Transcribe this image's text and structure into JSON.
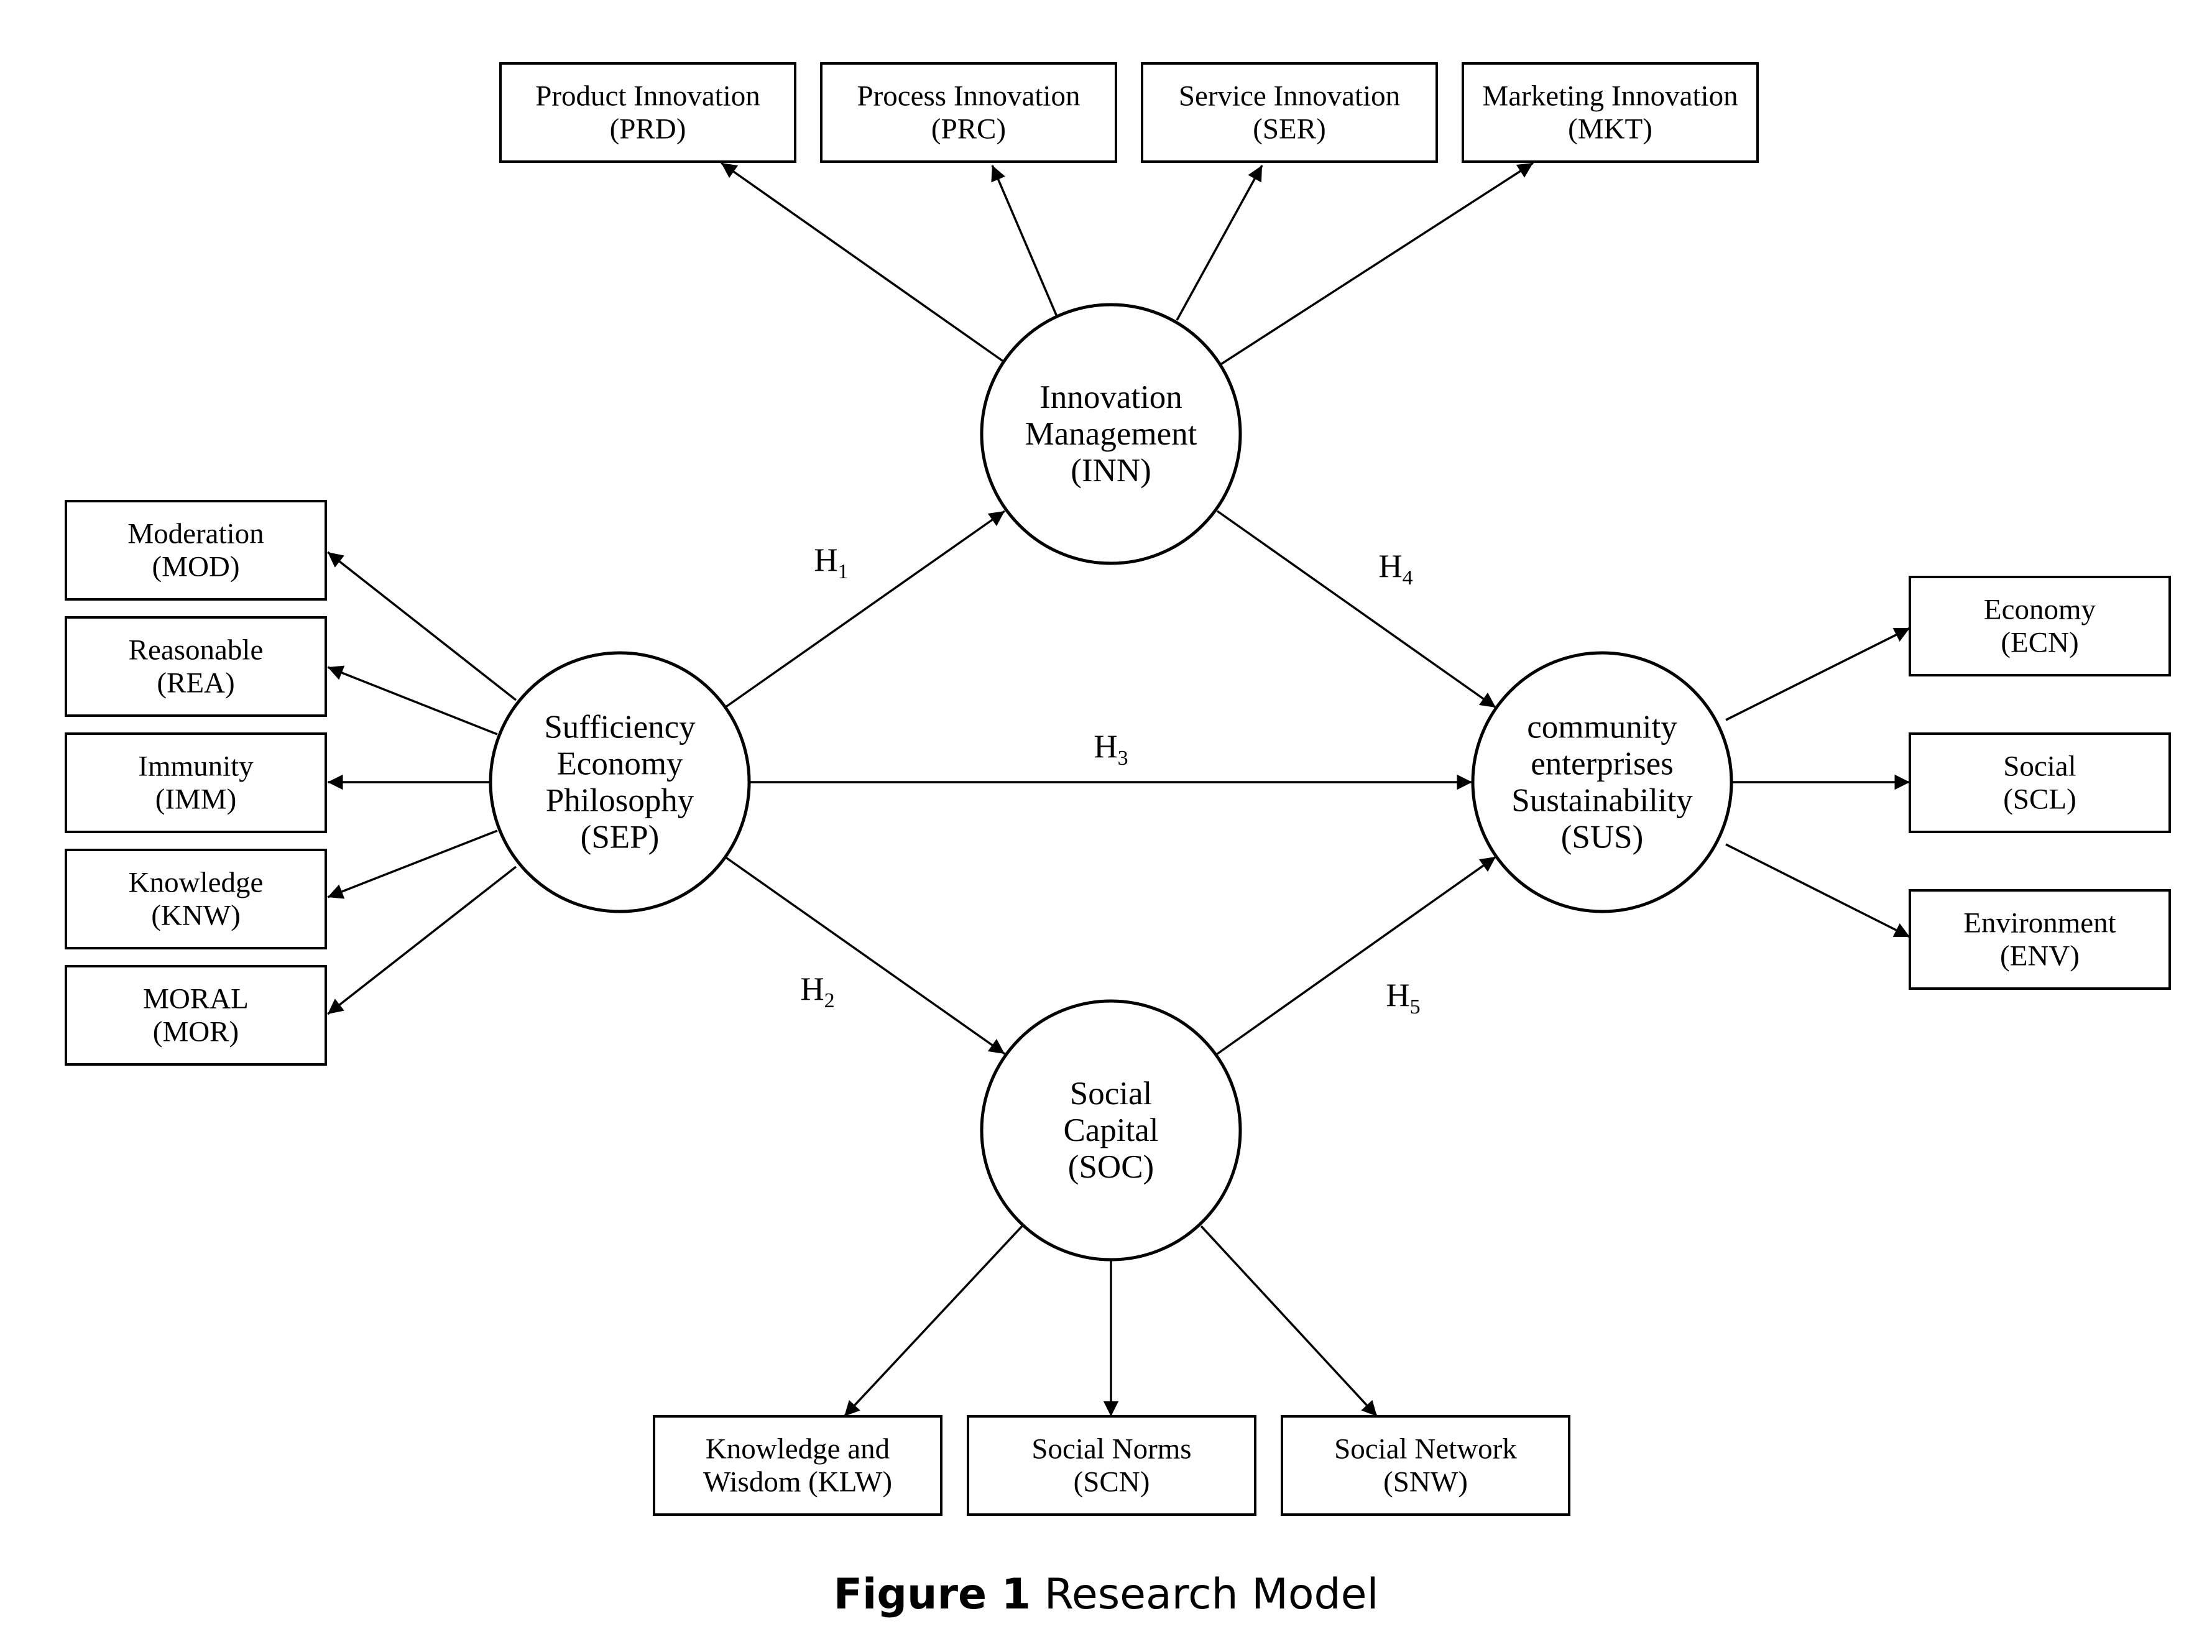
{
  "constructs": {
    "INN": [
      "Innovation",
      "Management",
      "(INN)"
    ],
    "SEP": [
      "Sufficiency",
      "Economy",
      "Philosophy",
      "(SEP)"
    ],
    "SUS": [
      "community",
      "enterprises",
      "Sustainability",
      "(SUS)"
    ],
    "SOC": [
      "Social",
      "Capital",
      "(SOC)"
    ]
  },
  "indicators": {
    "PRD": [
      "Product Innovation",
      "(PRD)"
    ],
    "PRC": [
      "Process Innovation",
      "(PRC)"
    ],
    "SER": [
      "Service Innovation",
      "(SER)"
    ],
    "MKT": [
      "Marketing Innovation",
      "(MKT)"
    ],
    "MOD": [
      "Moderation",
      "(MOD)"
    ],
    "REA": [
      "Reasonable",
      "(REA)"
    ],
    "IMM": [
      "Immunity",
      "(IMM)"
    ],
    "KNW": [
      "Knowledge",
      "(KNW)"
    ],
    "MOR": [
      "MORAL",
      "(MOR)"
    ],
    "ECN": [
      "Economy",
      "(ECN)"
    ],
    "SCL": [
      "Social",
      "(SCL)"
    ],
    "ENV": [
      "Environment",
      "(ENV)"
    ],
    "KLW": [
      "Knowledge and",
      "Wisdom (KLW)"
    ],
    "SCN": [
      "Social Norms",
      "(SCN)"
    ],
    "SNW": [
      "Social Network",
      "(SNW)"
    ]
  },
  "hypotheses": [
    {
      "id": "H1",
      "letter": "H",
      "sub": "1",
      "from": "SEP",
      "to": "INN"
    },
    {
      "id": "H2",
      "letter": "H",
      "sub": "2",
      "from": "SEP",
      "to": "SOC"
    },
    {
      "id": "H3",
      "letter": "H",
      "sub": "3",
      "from": "SEP",
      "to": "SUS"
    },
    {
      "id": "H4",
      "letter": "H",
      "sub": "4",
      "from": "INN",
      "to": "SUS"
    },
    {
      "id": "H5",
      "letter": "H",
      "sub": "5",
      "from": "SOC",
      "to": "SUS"
    }
  ],
  "measurement_links": [
    {
      "from": "INN",
      "to": "PRD"
    },
    {
      "from": "INN",
      "to": "PRC"
    },
    {
      "from": "INN",
      "to": "SER"
    },
    {
      "from": "INN",
      "to": "MKT"
    },
    {
      "from": "SEP",
      "to": "MOD"
    },
    {
      "from": "SEP",
      "to": "REA"
    },
    {
      "from": "SEP",
      "to": "IMM"
    },
    {
      "from": "SEP",
      "to": "KNW"
    },
    {
      "from": "SEP",
      "to": "MOR"
    },
    {
      "from": "SUS",
      "to": "ECN"
    },
    {
      "from": "SUS",
      "to": "SCL"
    },
    {
      "from": "SUS",
      "to": "ENV"
    },
    {
      "from": "SOC",
      "to": "KLW"
    },
    {
      "from": "SOC",
      "to": "SCN"
    },
    {
      "from": "SOC",
      "to": "SNW"
    }
  ],
  "caption": {
    "number": "Figure 1",
    "text": " Research Model"
  }
}
